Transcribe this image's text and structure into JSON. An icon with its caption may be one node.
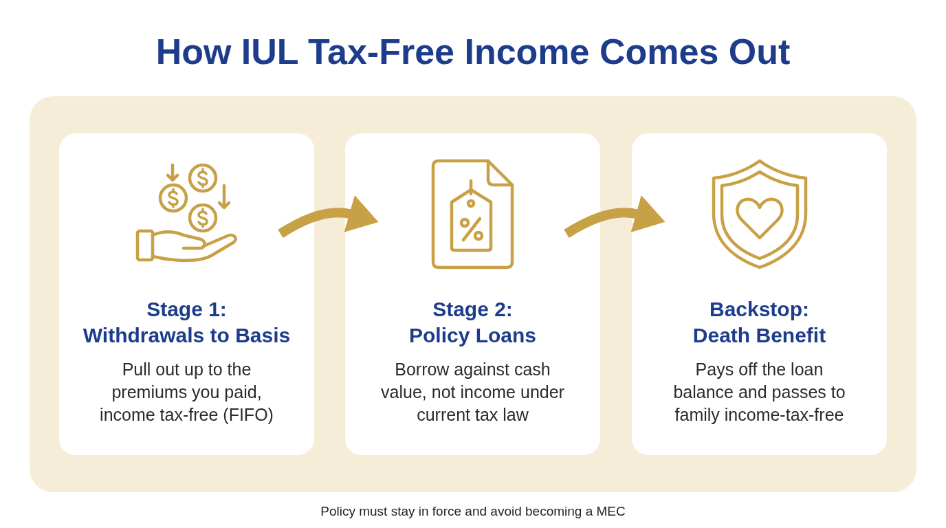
{
  "diagram": {
    "title": "How IUL Tax-Free Income Comes Out",
    "nodes": [
      {
        "text": [
          "Stage 1:",
          "Withdrawals to Basis",
          "Pull out up to the premiums you paid, income tax-free (FIFO)"
        ]
      },
      {
        "text": [
          "Stage 2:",
          "Policy Loans",
          "Borrow against cash value, not income under current tax law"
        ]
      },
      {
        "text": [
          "Backstop:",
          "Death Benefit",
          "Pays off the loan balance and passes to family income-tax-free"
        ]
      }
    ],
    "edges": [
      {
        "from": 0,
        "to": 1,
        "arrow": "to"
      },
      {
        "from": 1,
        "to": 2,
        "arrow": "to"
      }
    ],
    "labels": [
      "Policy must stay in force and avoid becoming a MEC"
    ]
  }
}
